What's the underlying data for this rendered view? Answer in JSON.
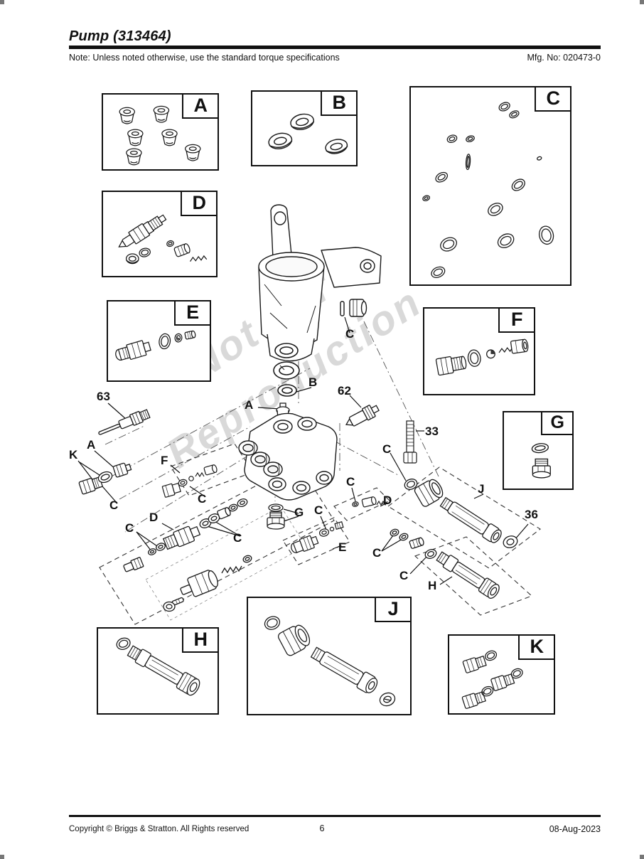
{
  "header": {
    "title": "Pump (313464)",
    "note": "Note: Unless noted otherwise, use the standard torque specifications",
    "mfg_no": "Mfg. No: 020473-0"
  },
  "footer": {
    "copyright": "Copyright © Briggs & Stratton. All Rights reserved",
    "page_number": "6",
    "date": "08-Aug-2023"
  },
  "watermark": {
    "line1": "Not For",
    "line2": "Reproduction"
  },
  "boxes": {
    "a": {
      "label": "A"
    },
    "b": {
      "label": "B"
    },
    "c": {
      "label": "C"
    },
    "d": {
      "label": "D"
    },
    "e": {
      "label": "E"
    },
    "f": {
      "label": "F"
    },
    "g": {
      "label": "G"
    },
    "h": {
      "label": "H"
    },
    "j": {
      "label": "J"
    },
    "k": {
      "label": "K"
    }
  },
  "callouts": {
    "num_63": {
      "text": "63"
    },
    "num_62": {
      "text": "62"
    },
    "num_33": {
      "text": "33"
    },
    "num_36": {
      "text": "36"
    },
    "let_k": {
      "text": "K"
    },
    "let_a_left": {
      "text": "A"
    },
    "let_c_left": {
      "text": "C"
    },
    "let_f_mid": {
      "text": "F"
    },
    "let_c_under_f": {
      "text": "C"
    },
    "let_d_mid": {
      "text": "D"
    },
    "let_c_d_left": {
      "text": "C"
    },
    "let_c_d_right": {
      "text": "C"
    },
    "let_g_mid": {
      "text": "G"
    },
    "let_c_e": {
      "text": "C"
    },
    "let_e_mid": {
      "text": "E"
    },
    "let_c_d_small": {
      "text": "C"
    },
    "let_d_right": {
      "text": "D"
    },
    "let_c_bottom_right": {
      "text": "C"
    },
    "let_c_j": {
      "text": "C"
    },
    "let_j_mid": {
      "text": "J"
    },
    "let_c_h": {
      "text": "C"
    },
    "let_h_mid": {
      "text": "H"
    },
    "let_a_manifold": {
      "text": "A"
    },
    "let_b_mid": {
      "text": "B"
    },
    "let_c_housing": {
      "text": "C"
    }
  }
}
